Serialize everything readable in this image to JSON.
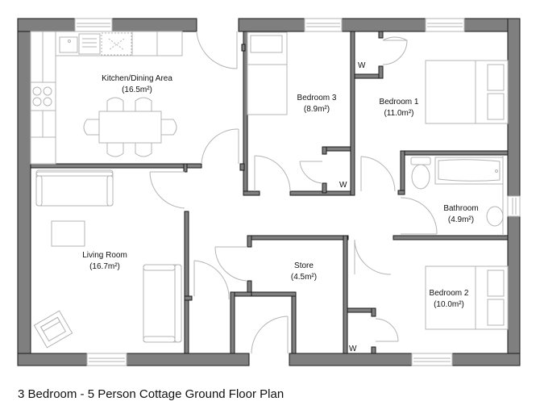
{
  "caption": "3 Bedroom - 5 Person Cottage Ground Floor Plan",
  "colors": {
    "wall_fill": "#7f7f7f",
    "wall_outline": "#1a1a1a",
    "fixture_line": "#b4b4b4",
    "text": "#111111",
    "background": "#ffffff"
  },
  "rooms": {
    "kitchen": {
      "name": "Kitchen/Dining Area",
      "area": "(16.5m²)"
    },
    "bedroom3": {
      "name": "Bedroom 3",
      "area": "(8.9m²)"
    },
    "bedroom1": {
      "name": "Bedroom 1",
      "area": "(11.0m²)"
    },
    "bathroom": {
      "name": "Bathroom",
      "area": "(4.9m²)"
    },
    "living": {
      "name": "Living Room",
      "area": "(16.7m²)"
    },
    "store": {
      "name": "Store",
      "area": "(4.5m²)"
    },
    "bedroom2": {
      "name": "Bedroom 2",
      "area": "(10.0m²)"
    }
  },
  "wardrobes": {
    "bedroom1": "W",
    "bedroom3": "W",
    "bedroom2": "W"
  }
}
